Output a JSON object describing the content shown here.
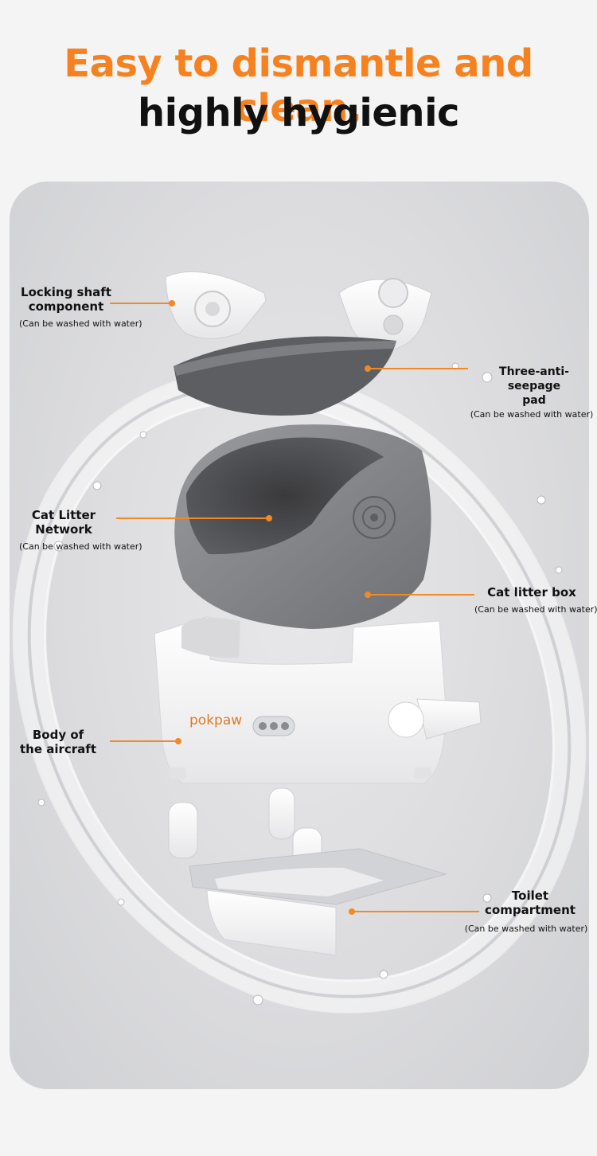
{
  "header": {
    "line1": "Easy to dismantle and clean,",
    "line2": "highly hygienic",
    "line1_color": "#f5821f",
    "line2_color": "#111111"
  },
  "accent_color": "#f08a24",
  "brand": "pokpaw",
  "callouts": {
    "locking_shaft": {
      "title": "Locking shaft\ncomponent",
      "note": "(Can be washed with water)"
    },
    "seepage_pad": {
      "title": "Three-anti-seepage\npad",
      "note": "(Can be washed with water)"
    },
    "litter_network": {
      "title": "Cat Litter\nNetwork",
      "note": "(Can be washed with water)"
    },
    "litter_box": {
      "title": "Cat litter box",
      "note": "(Can be washed with water)"
    },
    "body": {
      "title": "Body of\nthe aircraft"
    },
    "toilet": {
      "title": "Toilet\ncompartment",
      "note": "(Can be washed with water)"
    }
  }
}
